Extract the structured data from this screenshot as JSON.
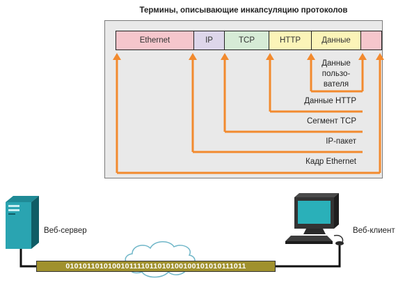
{
  "title": "Термины, описывающие инкапсуляцию протоколов",
  "frame_fields": [
    {
      "label": "Ethernet",
      "color": "#f5c6cc"
    },
    {
      "label": "IP",
      "color": "#ddd6ea"
    },
    {
      "label": "TCP",
      "color": "#d6ebd6"
    },
    {
      "label": "HTTP",
      "color": "#fbf4b8"
    },
    {
      "label": "Данные",
      "color": "#fbf4b8"
    },
    {
      "label": "",
      "color": "#f5c6cc"
    }
  ],
  "labels": {
    "user_data_1": "Данные",
    "user_data_2": "пользо-",
    "user_data_3": "вателя",
    "http_data": "Данные HTTP",
    "tcp_segment": "Сегмент TCP",
    "ip_packet": "IP-пакет",
    "ethernet_frame": "Кадр Ethernet"
  },
  "devices": {
    "server_label": "Веб-сервер",
    "client_label": "Веб-клиент"
  },
  "binary_stream": "0101011010100101111011010100100101010111011",
  "colors": {
    "arrow": "#f28a2e",
    "binary_bar": "#a0912e"
  }
}
